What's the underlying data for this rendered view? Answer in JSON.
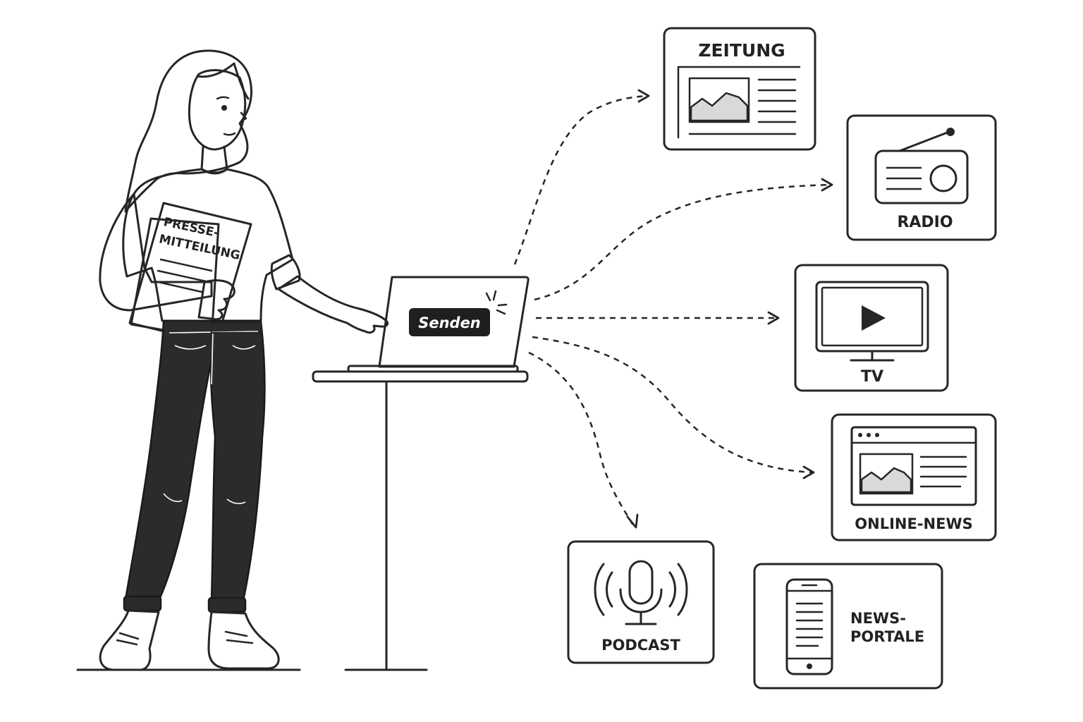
{
  "person": {
    "document_label_line1": "PRESSE-",
    "document_label_line2": "MITTEILUNG"
  },
  "laptop": {
    "send_button_label": "Senden"
  },
  "channels": {
    "zeitung": {
      "label": "ZEITUNG",
      "icon": "newspaper-icon"
    },
    "radio": {
      "label": "RADIO",
      "icon": "radio-icon"
    },
    "tv": {
      "label": "TV",
      "icon": "tv-icon"
    },
    "online_news": {
      "label": "ONLINE-NEWS",
      "icon": "browser-icon"
    },
    "podcast": {
      "label": "PODCAST",
      "icon": "microphone-icon"
    },
    "newsportale": {
      "label_line1": "NEWS-",
      "label_line2": "PORTALE",
      "icon": "smartphone-icon"
    }
  },
  "colors": {
    "line": "#262626",
    "button_bg": "#1f1f1f",
    "button_text": "#ffffff",
    "image_fill": "#d9d9d9"
  }
}
